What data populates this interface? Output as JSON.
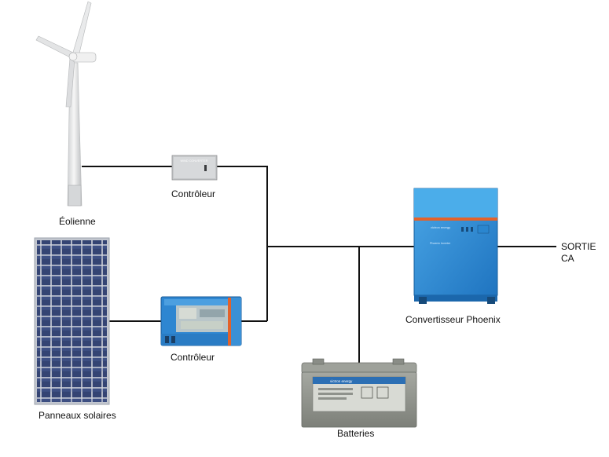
{
  "components": {
    "wind_turbine": {
      "label": "Éolienne"
    },
    "wind_controller": {
      "label": "Contrôleur",
      "device_text": "WIND CONVERTER"
    },
    "solar_panels": {
      "label": "Panneaux solaires"
    },
    "solar_controller": {
      "label": "Contrôleur"
    },
    "inverter": {
      "label": "Convertisseur Phoenix",
      "brand_text": "victron energy",
      "model_text": "Phoenix Inverter"
    },
    "batteries": {
      "label": "Batteries",
      "brand_text": "victron energy"
    },
    "output": {
      "line1": "SORTIE",
      "line2": "CA"
    }
  },
  "colors": {
    "wire": "#111111",
    "turbine": "#e8e8e8",
    "panel_cell": "#2f3f72",
    "panel_frame": "#c9ccd3",
    "victron_blue": "#2f8fd6",
    "inverter_stripe": "#e2622b",
    "battery_gray": "#8d9089"
  }
}
